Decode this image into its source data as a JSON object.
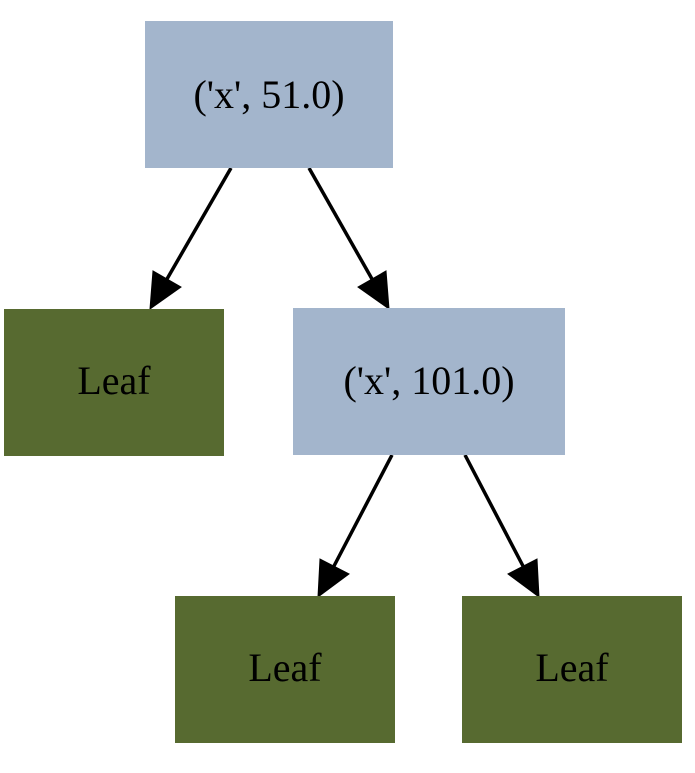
{
  "colors": {
    "split_node": "#a3b5cc",
    "leaf_node": "#576a30",
    "edge": "#000000",
    "text": "#000000",
    "background": "#ffffff"
  },
  "nodes": {
    "root": {
      "label": "('x', 51.0)",
      "kind": "split"
    },
    "left_leaf": {
      "label": "Leaf",
      "kind": "leaf"
    },
    "right_split": {
      "label": "('x', 101.0)",
      "kind": "split"
    },
    "bottom_left_leaf": {
      "label": "Leaf",
      "kind": "leaf"
    },
    "bottom_right_leaf": {
      "label": "Leaf",
      "kind": "leaf"
    }
  },
  "edges": [
    {
      "from": "root",
      "to": "left_leaf"
    },
    {
      "from": "root",
      "to": "right_split"
    },
    {
      "from": "right_split",
      "to": "bottom_left_leaf"
    },
    {
      "from": "right_split",
      "to": "bottom_right_leaf"
    }
  ]
}
